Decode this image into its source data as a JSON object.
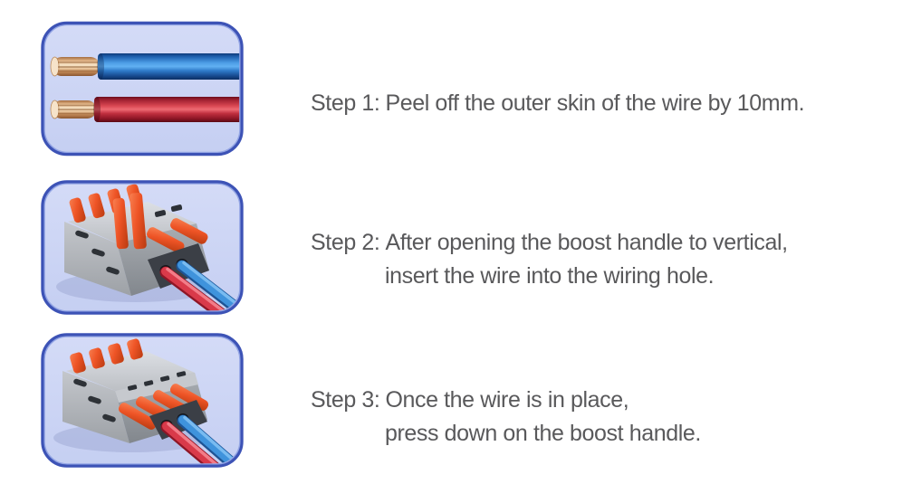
{
  "steps": [
    {
      "label": "Step 1:",
      "lines": [
        "Peel off the outer skin of the wire by 10mm."
      ]
    },
    {
      "label": "Step 2:",
      "lines": [
        "After opening the boost handle to vertical,",
        "insert the wire into the wiring hole."
      ]
    },
    {
      "label": "Step 3:",
      "lines": [
        "Once the wire is in place,",
        "press down on the boost handle."
      ]
    }
  ],
  "panels": [
    {
      "name": "stripped-wires-image"
    },
    {
      "name": "connector-boost-handles-open-image"
    },
    {
      "name": "connector-boost-handles-closed-image"
    }
  ],
  "colors": {
    "page_bg": "#ffffff",
    "panel_bg": "#ccd5f4",
    "panel_border": "#3d53b6",
    "text": "#59595b",
    "wire_blue": "#3f8fd8",
    "wire_red": "#d93a4a",
    "copper": "#e9c49b",
    "connector_gray": "#b4b8bd",
    "boost_handle_orange": "#ee5426"
  }
}
